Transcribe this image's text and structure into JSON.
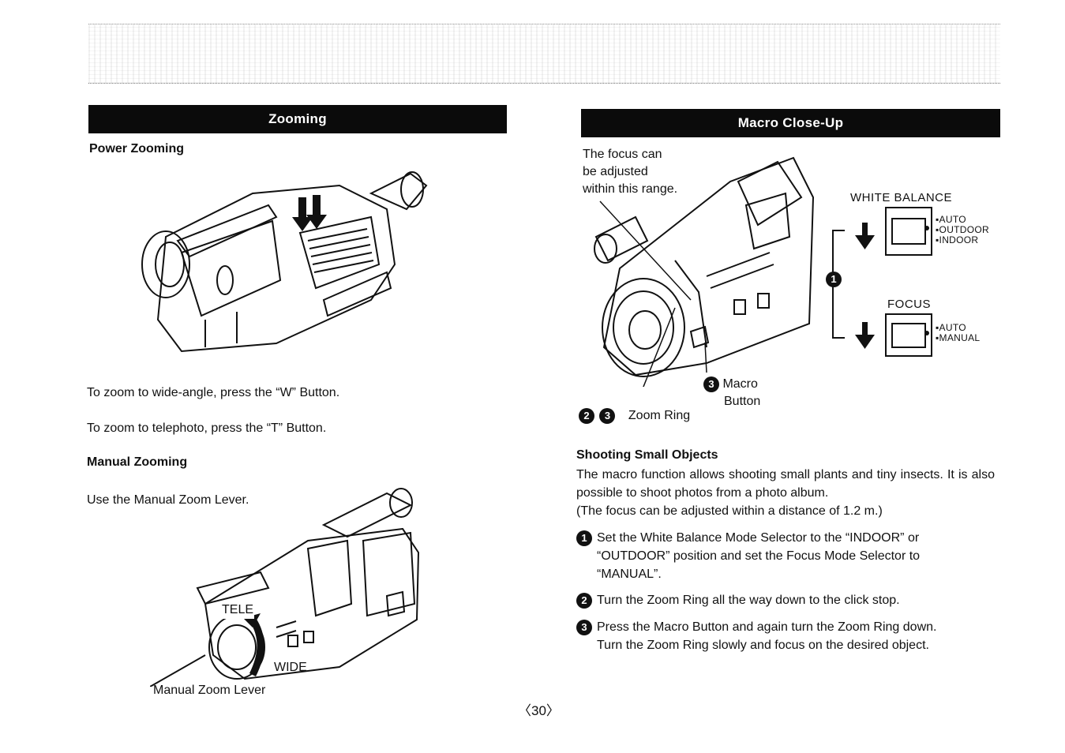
{
  "left_section": {
    "title": "Zooming",
    "power_heading": "Power Zooming",
    "line_wide": "To zoom to wide-angle, press the “W” Button.",
    "line_tele": "To zoom to telephoto, press the “T” Button.",
    "manual_heading": "Manual Zooming",
    "manual_text": "Use the Manual Zoom Lever.",
    "tele_label": "TELE",
    "wide_label": "WIDE",
    "lever_caption": "Manual Zoom Lever"
  },
  "right_section": {
    "title": "Macro Close-Up",
    "focus_range_1": "The focus can",
    "focus_range_2": "be adjusted",
    "focus_range_3": "within this range.",
    "macro_num": "3",
    "macro_label_1": "Macro",
    "macro_label_2": "Button",
    "zoom_num_a": "2",
    "zoom_num_b": "3",
    "zoom_ring_label": "Zoom Ring",
    "white_balance": {
      "title": "WHITE BALANCE",
      "options": [
        "▪AUTO",
        "▪OUTDOOR",
        "▪INDOOR"
      ]
    },
    "focus_panel": {
      "title": "FOCUS",
      "options": [
        "▪AUTO",
        "▪MANUAL"
      ]
    },
    "step_marker": "1",
    "shooting_heading": "Shooting Small Objects",
    "shooting_p1": "The macro function allows shooting small plants and tiny insects. It is also possible to shoot photos from a photo album.",
    "shooting_p2": "(The focus can be adjusted within a distance of 1.2 m.)",
    "steps": [
      {
        "num": "1",
        "line1": "Set the White Balance Mode Selector to the “INDOOR” or",
        "line2": "“OUTDOOR” position and set the Focus Mode Selector to",
        "line3": "“MANUAL”."
      },
      {
        "num": "2",
        "line1": "Turn the Zoom Ring all the way down to the click stop."
      },
      {
        "num": "3",
        "line1": "Press the Macro Button and again turn the Zoom Ring down.",
        "line2": "Turn the Zoom Ring slowly and focus on the desired object."
      }
    ]
  },
  "page_number": "〈30〉"
}
